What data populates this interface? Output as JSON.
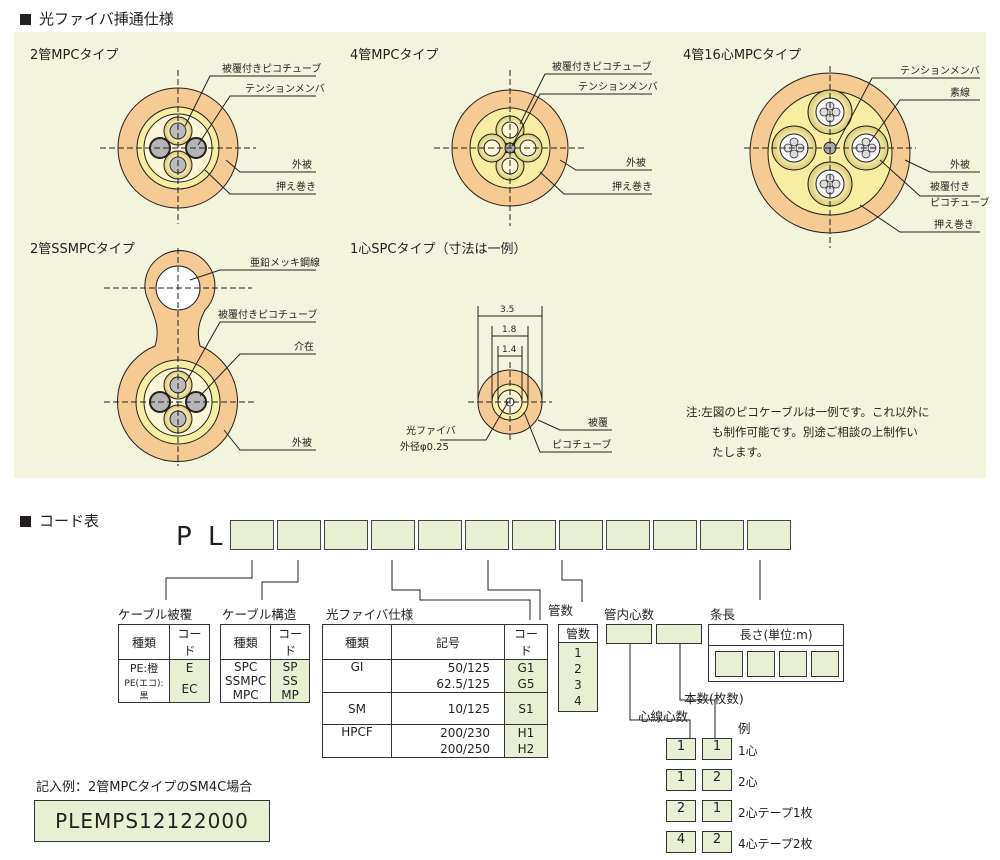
{
  "section1": {
    "title": "光ファイバ挿通仕様"
  },
  "diagrams": {
    "mpc2": {
      "title": "2管MPCタイプ",
      "labels": [
        "被覆付きピコチューブ",
        "テンションメンバ",
        "外被",
        "押え巻き"
      ]
    },
    "mpc4": {
      "title": "4管MPCタイプ",
      "labels": [
        "被覆付きピコチューブ",
        "テンションメンバ",
        "外被",
        "押え巻き"
      ]
    },
    "mpc4x16": {
      "title": "4管16心MPCタイプ",
      "labels": [
        "テンションメンバ",
        "素線",
        "外被",
        "被覆付き",
        "ピコチューブ",
        "押え巻き"
      ]
    },
    "ssmpc2": {
      "title": "2管SSMPCタイプ",
      "labels": [
        "亜鉛メッキ鋼線",
        "被覆付きピコチューブ",
        "介在",
        "外被"
      ]
    },
    "spc1": {
      "title": "1心SPCタイプ（寸法は一例）",
      "dims": [
        "3.5",
        "1.8",
        "1.4"
      ],
      "fiber_label_1": "光ファイバ",
      "fiber_label_2": "外径φ0.25",
      "labels": [
        "被覆",
        "ピコチューブ"
      ]
    }
  },
  "note": {
    "line1": "注:左図のピコケーブルは一例です。これ以外にも制作可能です。別途ご相談の上制作い",
    "lines": [
      "注:左図のピコケーブルは一例です。これ以外に",
      "も制作可能です。別途ご相談の上制作い",
      "たします。"
    ]
  },
  "section2": {
    "title": "コード表"
  },
  "code_prefix": "P L",
  "sheath": {
    "caption": "ケーブル被覆",
    "headers": [
      "種類",
      "コード"
    ],
    "rows": [
      [
        "PE:橙",
        "E"
      ],
      [
        "PE(エコ):黒",
        "EC"
      ]
    ]
  },
  "structure": {
    "caption": "ケーブル構造",
    "headers": [
      "種類",
      "コード"
    ],
    "rows": [
      [
        "SPC",
        "SP"
      ],
      [
        "SSMPC",
        "SS"
      ],
      [
        "MPC",
        "MP"
      ]
    ]
  },
  "fiber": {
    "caption": "光ファイバ仕様",
    "headers": [
      "種類",
      "記号",
      "コード"
    ],
    "rows": [
      {
        "type": "GI",
        "symbols": [
          "50/125",
          "62.5/125"
        ],
        "codes": [
          "G1",
          "G5"
        ]
      },
      {
        "type": "SM",
        "symbols": [
          "10/125"
        ],
        "codes": [
          "S1"
        ]
      },
      {
        "type": "HPCF",
        "symbols": [
          "200/230",
          "200/250"
        ],
        "codes": [
          "H1",
          "H2"
        ]
      }
    ]
  },
  "tubes": {
    "caption": "管数",
    "header": "管数",
    "values": [
      "1",
      "2",
      "3",
      "4"
    ]
  },
  "cores": {
    "caption": "管内心数",
    "count_label": "本数(枚数)",
    "core_label": "心線心数",
    "example_label": "例",
    "examples": [
      {
        "a": "1",
        "b": "1",
        "text": "1心"
      },
      {
        "a": "1",
        "b": "2",
        "text": "2心"
      },
      {
        "a": "2",
        "b": "1",
        "text": "2心テープ1枚"
      },
      {
        "a": "4",
        "b": "2",
        "text": "4心テープ2枚"
      }
    ]
  },
  "length": {
    "caption": "条長",
    "header": "長さ(単位:m)"
  },
  "example": {
    "label": "記入例：2管MPCタイプのSM4C場合",
    "code": "PLEMPS12122000"
  }
}
